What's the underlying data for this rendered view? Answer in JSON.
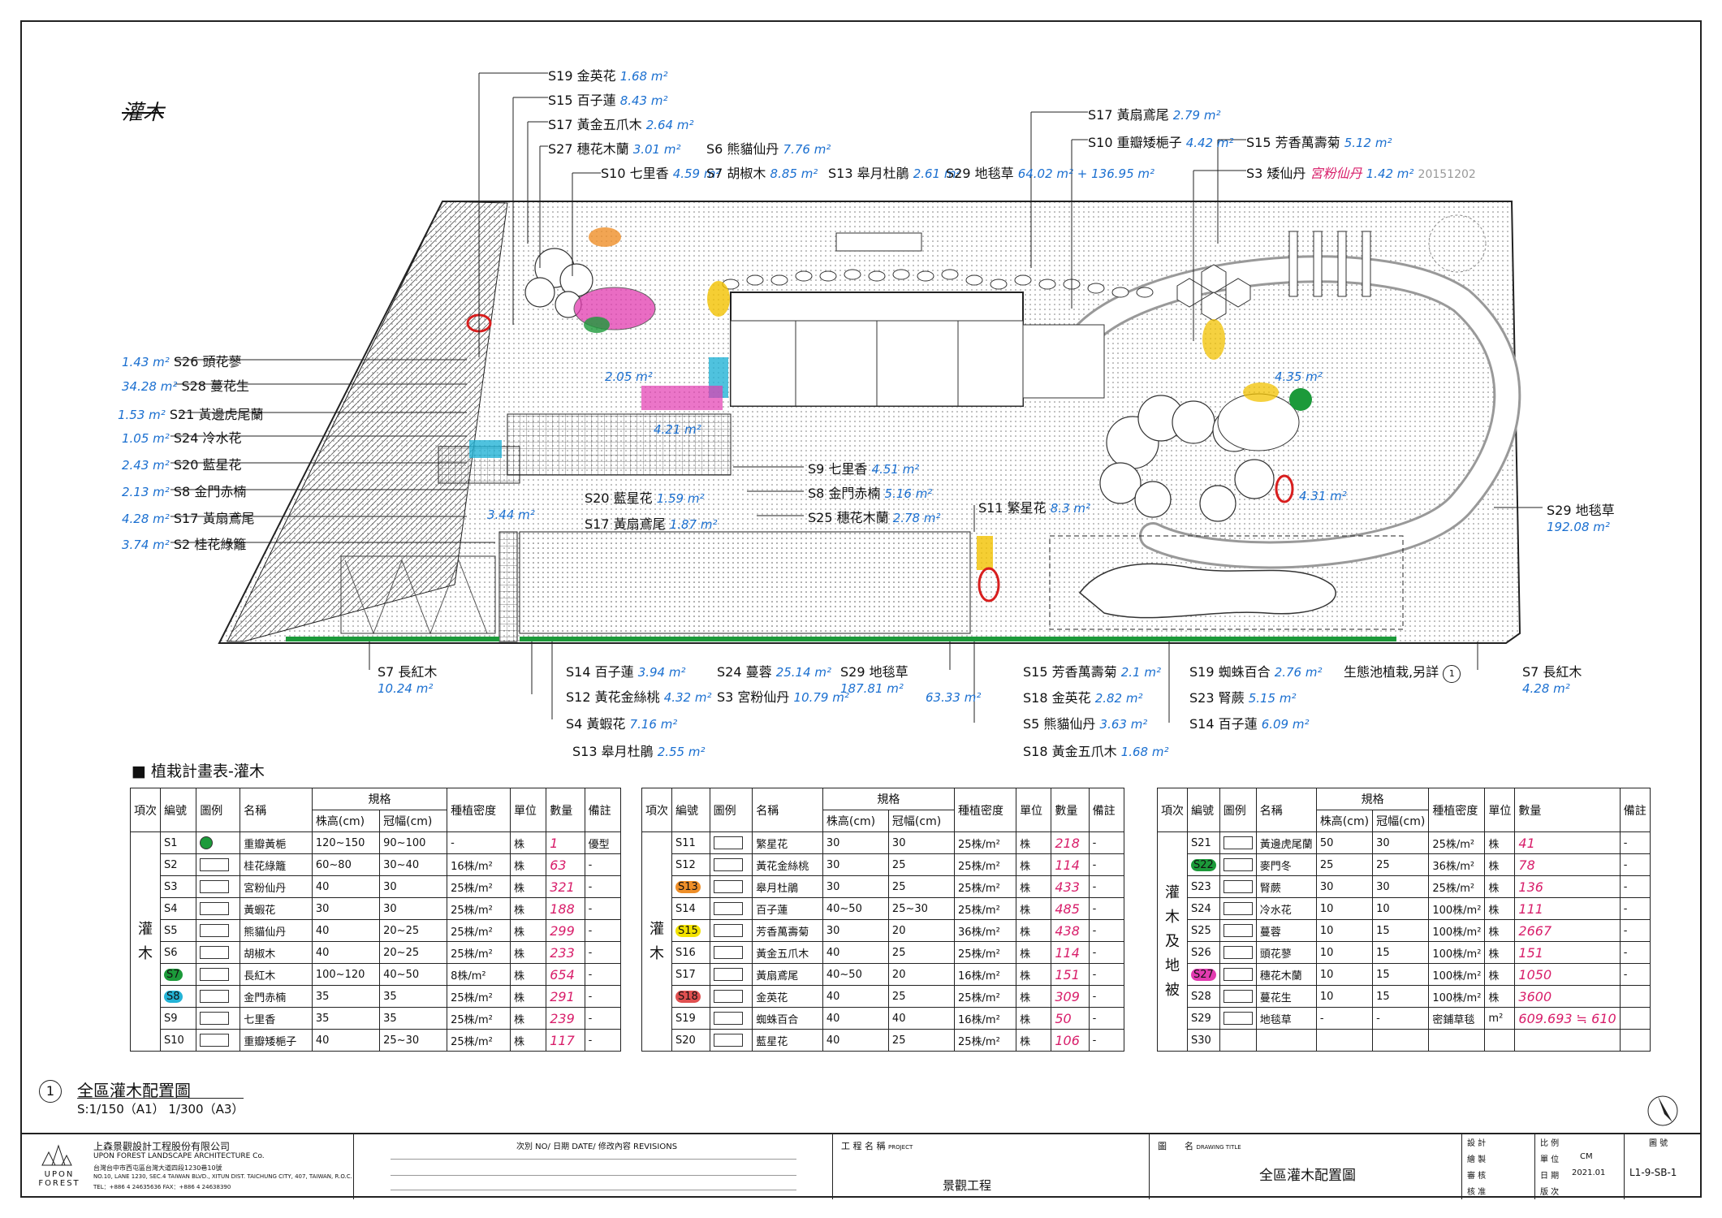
{
  "drawing": {
    "section_heading": "灌木",
    "plan_title": "全區灌木配置圖",
    "plan_number": "1",
    "plan_scale": "S:1/150（A1）   1/300（A3）",
    "stamp": "20151202"
  },
  "labels": {
    "top": [
      {
        "code": "S19 金英花",
        "area": "1.68 m²"
      },
      {
        "code": "S15 百子蓮",
        "area": "8.43 m²"
      },
      {
        "code": "S17 黃金五爪木",
        "area": "2.64 m²"
      },
      {
        "code": "S27 穗花木蘭",
        "area": "3.01 m²"
      },
      {
        "code": "S10 七里香",
        "area": "4.59 m²"
      },
      {
        "code": "S6 熊貓仙丹",
        "area": "7.76 m²"
      },
      {
        "code": "S7 胡椒木",
        "area": "8.85 m²"
      },
      {
        "code": "S13 皋月杜鵑",
        "area": "2.61 m²"
      },
      {
        "code": "S29 地毯草",
        "area": "64.02 m² + 136.95 m²"
      },
      {
        "code": "S17 黃扇鳶尾",
        "area": "2.79 m²"
      },
      {
        "code": "S10 重瓣矮梔子",
        "area": "4.42 m²"
      },
      {
        "code": "S15 芳香萬壽菊",
        "area": "5.12 m²"
      },
      {
        "code": "S3 矮仙丹",
        "area": "1.42 m²",
        "note": "宮粉仙丹"
      }
    ],
    "left": [
      {
        "code": "S26 頭花蓼",
        "area": "1.43 m²"
      },
      {
        "code": "S28 蔓花生",
        "area": "34.28 m²"
      },
      {
        "code": "S21 黃邊虎尾蘭",
        "area": "1.53 m²"
      },
      {
        "code": "S24 冷水花",
        "area": "1.05 m²"
      },
      {
        "code": "S20 藍星花",
        "area": "2.43 m²"
      },
      {
        "code": "S8 金門赤楠",
        "area": "2.13 m²"
      },
      {
        "code": "S17 黃扇鳶尾",
        "area": "4.28 m²"
      },
      {
        "code": "S2 桂花綠籬",
        "area": "3.74 m²"
      }
    ],
    "middle": [
      {
        "code": "S9 七里香",
        "area": "4.51 m²"
      },
      {
        "code": "S8 金門赤楠",
        "area": "5.16 m²"
      },
      {
        "code": "S25 穗花木蘭",
        "area": "2.78 m²"
      },
      {
        "code": "S20 藍星花",
        "area": "1.59 m²"
      },
      {
        "code": "S17 黃扇鳶尾",
        "area": "1.87 m²"
      },
      {
        "code": "S11 繁星花",
        "area": "8.3 m²"
      },
      {
        "code": "S29 地毯草",
        "area": "192.08 m²"
      }
    ],
    "bottom": [
      {
        "code": "S7 長紅木",
        "area": "10.24 m²"
      },
      {
        "code": "S14 百子蓮",
        "area": "3.94 m²"
      },
      {
        "code": "S24 蔓蓉",
        "area": "25.14 m²"
      },
      {
        "code": "S29 地毯草",
        "area": "187.81 m²"
      },
      {
        "code": "S12 黃花金絲桃",
        "area": "4.32 m²"
      },
      {
        "code": "S3 宮粉仙丹",
        "area": "10.79 m²"
      },
      {
        "code": "S4 黃蝦花",
        "area": "7.16 m²"
      },
      {
        "code": "S13 皋月杜鵑",
        "area": "2.55 m²"
      },
      {
        "code": "S15 芳香萬壽菊",
        "area": "2.1 m²"
      },
      {
        "code": "S18 金英花",
        "area": "2.82 m²"
      },
      {
        "code": "S5 熊貓仙丹",
        "area": "3.63 m²"
      },
      {
        "code": "S18 黃金五爪木",
        "area": "1.68 m²"
      },
      {
        "code": "S19 蜘蛛百合",
        "area": "2.76 m²"
      },
      {
        "code": "S23 腎蕨",
        "area": "5.15 m²"
      },
      {
        "code": "S14 百子蓮",
        "area": "6.09 m²"
      },
      {
        "code": "S7 長紅木",
        "area": "4.28 m²"
      }
    ],
    "eco_pond": "生態池植栽,另詳",
    "extra_areas": [
      "4.35 m²",
      "4.31 m²",
      "3.44 m²",
      "4.21 m²",
      "2.05 m²",
      "63.33 m²"
    ]
  },
  "table": {
    "title": "植栽計畫表-灌木",
    "headers": {
      "item": "項次",
      "code": "編號",
      "legend": "圖例",
      "name": "名稱",
      "spec": "規格",
      "height": "株高(cm)",
      "width": "冠幅(cm)",
      "density": "種植密度",
      "unit": "單位",
      "qty": "數量",
      "note": "備註"
    },
    "group1": "灌木",
    "group2": "灌木",
    "group3": "灌木及地被",
    "part1": [
      {
        "code": "S1",
        "name": "重瓣黃梔",
        "h": "120~150",
        "w": "90~100",
        "d": "-",
        "u": "株",
        "q": "1",
        "n": "優型"
      },
      {
        "code": "S2",
        "name": "桂花綠籬",
        "h": "60~80",
        "w": "30~40",
        "d": "16株/m²",
        "u": "株",
        "q": "63",
        "n": "-"
      },
      {
        "code": "S3",
        "name": "宮粉仙丹",
        "h": "40",
        "w": "30",
        "d": "25株/m²",
        "u": "株",
        "q": "321",
        "n": "-"
      },
      {
        "code": "S4",
        "name": "黃蝦花",
        "h": "30",
        "w": "30",
        "d": "25株/m²",
        "u": "株",
        "q": "188",
        "n": "-"
      },
      {
        "code": "S5",
        "name": "熊貓仙丹",
        "h": "40",
        "w": "20~25",
        "d": "25株/m²",
        "u": "株",
        "q": "299",
        "n": "-"
      },
      {
        "code": "S6",
        "name": "胡椒木",
        "h": "40",
        "w": "20~25",
        "d": "25株/m²",
        "u": "株",
        "q": "233",
        "n": "-"
      },
      {
        "code": "S7",
        "name": "長紅木",
        "h": "100~120",
        "w": "40~50",
        "d": "8株/m²",
        "u": "株",
        "q": "654",
        "n": "-"
      },
      {
        "code": "S8",
        "name": "金門赤楠",
        "h": "35",
        "w": "35",
        "d": "25株/m²",
        "u": "株",
        "q": "291",
        "n": "-"
      },
      {
        "code": "S9",
        "name": "七里香",
        "h": "35",
        "w": "35",
        "d": "25株/m²",
        "u": "株",
        "q": "239",
        "n": "-"
      },
      {
        "code": "S10",
        "name": "重瓣矮梔子",
        "h": "40",
        "w": "25~30",
        "d": "25株/m²",
        "u": "株",
        "q": "117",
        "n": "-"
      }
    ],
    "part2": [
      {
        "code": "S11",
        "name": "繁星花",
        "h": "30",
        "w": "30",
        "d": "25株/m²",
        "u": "株",
        "q": "218",
        "n": "-"
      },
      {
        "code": "S12",
        "name": "黃花金絲桃",
        "h": "30",
        "w": "25",
        "d": "25株/m²",
        "u": "株",
        "q": "114",
        "n": "-"
      },
      {
        "code": "S13",
        "name": "皋月杜鵑",
        "h": "30",
        "w": "25",
        "d": "25株/m²",
        "u": "株",
        "q": "433",
        "n": "-"
      },
      {
        "code": "S14",
        "name": "百子蓮",
        "h": "40~50",
        "w": "25~30",
        "d": "25株/m²",
        "u": "株",
        "q": "485",
        "n": "-"
      },
      {
        "code": "S15",
        "name": "芳香萬壽菊",
        "h": "30",
        "w": "20",
        "d": "36株/m²",
        "u": "株",
        "q": "438",
        "n": "-"
      },
      {
        "code": "S16",
        "name": "黃金五爪木",
        "h": "40",
        "w": "25",
        "d": "25株/m²",
        "u": "株",
        "q": "114",
        "n": "-"
      },
      {
        "code": "S17",
        "name": "黃扇鳶尾",
        "h": "40~50",
        "w": "20",
        "d": "16株/m²",
        "u": "株",
        "q": "151",
        "n": "-"
      },
      {
        "code": "S18",
        "name": "金英花",
        "h": "40",
        "w": "25",
        "d": "25株/m²",
        "u": "株",
        "q": "309",
        "n": "-"
      },
      {
        "code": "S19",
        "name": "蜘蛛百合",
        "h": "40",
        "w": "40",
        "d": "16株/m²",
        "u": "株",
        "q": "50",
        "n": "-"
      },
      {
        "code": "S20",
        "name": "藍星花",
        "h": "40",
        "w": "25",
        "d": "25株/m²",
        "u": "株",
        "q": "106",
        "n": "-"
      }
    ],
    "part3": [
      {
        "code": "S21",
        "name": "黃邊虎尾蘭",
        "h": "50",
        "w": "30",
        "d": "25株/m²",
        "u": "株",
        "q": "41",
        "n": "-"
      },
      {
        "code": "S22",
        "name": "麥門冬",
        "h": "25",
        "w": "25",
        "d": "36株/m²",
        "u": "株",
        "q": "78",
        "n": "-"
      },
      {
        "code": "S23",
        "name": "腎蕨",
        "h": "30",
        "w": "30",
        "d": "25株/m²",
        "u": "株",
        "q": "136",
        "n": "-"
      },
      {
        "code": "S24",
        "name": "冷水花",
        "h": "10",
        "w": "10",
        "d": "100株/m²",
        "u": "株",
        "q": "111",
        "n": "-"
      },
      {
        "code": "S25",
        "name": "蔓蓉",
        "h": "10",
        "w": "15",
        "d": "100株/m²",
        "u": "株",
        "q": "2667",
        "n": "-"
      },
      {
        "code": "S26",
        "name": "頭花蓼",
        "h": "10",
        "w": "15",
        "d": "100株/m²",
        "u": "株",
        "q": "151",
        "n": "-"
      },
      {
        "code": "S27",
        "name": "穗花木蘭",
        "h": "10",
        "w": "15",
        "d": "100株/m²",
        "u": "株",
        "q": "1050",
        "n": "-"
      },
      {
        "code": "S28",
        "name": "蔓花生",
        "h": "10",
        "w": "15",
        "d": "100株/m²",
        "u": "株",
        "q": "3600",
        "n": ""
      },
      {
        "code": "S29",
        "name": "地毯草",
        "h": "-",
        "w": "-",
        "d": "密鋪草毯",
        "u": "m²",
        "q": "609.693 ≒ 610",
        "n": ""
      },
      {
        "code": "S30",
        "name": "",
        "h": "",
        "w": "",
        "d": "",
        "u": "",
        "q": "",
        "n": ""
      }
    ]
  },
  "title_block": {
    "company_cn": "上森景觀設計工程股份有限公司",
    "company_en": "UPON FOREST  LANDSCAPE ARCHITECTURE Co.",
    "address": "台灣台中市西屯區台灣大道四段1230巷10號",
    "address_en": "NO.10, LANE 1230, SEC.4 TAIWAN BLVD., XITUN DIST. TAICHUNG CITY, 407, TAIWAN, R.O.C.",
    "phone": "TEL：+886 4 24635636  FAX：+886 4 24638390",
    "logo_text": "UPON FOREST",
    "revisions_label": "次別 NO/ 日期 DATE/ 修改內容 REVISIONS",
    "project_label": "工 程 名 稱",
    "project_label_en": "PROJECT",
    "project_name": "景觀工程",
    "drawing_label": "圖　　名",
    "drawing_label_en": "DRAWING TITLE",
    "drawing_title": "全區灌木配置圖",
    "design": "設 計",
    "drawn": "繪 製",
    "reviewed": "審 核",
    "approved": "核 准",
    "scale_label": "比 例",
    "unit_label": "單 位",
    "unit_value": "CM",
    "date_label": "日 期",
    "date_value": "2021.01",
    "version_label": "版 次",
    "sheet_label": "圖 號",
    "sheet_no": "L1-9-SB-1"
  },
  "colors": {
    "blue_ink": "#1a6fd0",
    "red_ink": "#d81e6a",
    "green_edge": "#1c9a3a",
    "magenta": "#e23bb0",
    "cyan": "#23b3d6",
    "yellow": "#f2c200",
    "orange": "#ef8f28"
  }
}
